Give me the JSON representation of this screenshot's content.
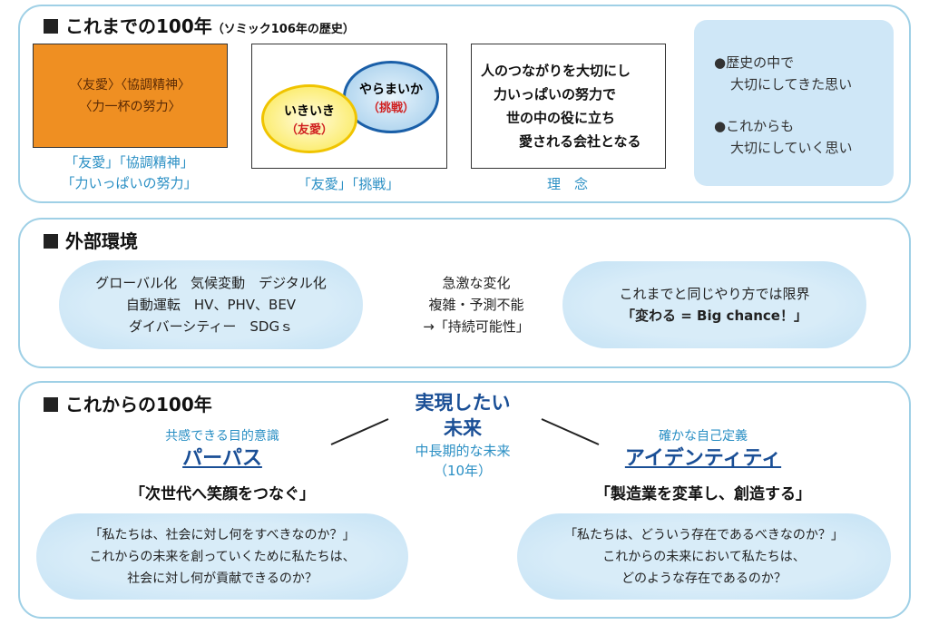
{
  "past": {
    "title": "これまでの100年",
    "subtitle": "（ソミック106年の歴史）",
    "orange_box": {
      "line1": "〈友愛〉〈協調精神〉",
      "line2": "〈力一杯の努力〉",
      "caption1": "「友愛」「協調精神」",
      "caption2": "「力いっぱいの努力」"
    },
    "venn": {
      "left_title": "いきいき",
      "left_sub": "（友愛）",
      "right_title": "やらまいか",
      "right_sub": "（挑戦）",
      "caption": "「友愛」「挑戦」"
    },
    "philosophy": {
      "lines": [
        "人のつながりを大切にし",
        "力いっぱいの努力で",
        "世の中の役に立ち",
        "愛される会社となる"
      ],
      "caption": "理　念"
    },
    "notes": {
      "item1_a": "●歴史の中で",
      "item1_b": "大切にしてきた思い",
      "item2_a": "●これからも",
      "item2_b": "大切にしていく思い"
    }
  },
  "external": {
    "title": "外部環境",
    "left_lines": [
      "グローバル化　気候変動　デジタル化",
      "自動運転　HV、PHV、BEV",
      "ダイバーシティー　SDGｓ"
    ],
    "middle_lines": [
      "急激な変化",
      "複雑・予測不能",
      "→「持続可能性」"
    ],
    "right_line1": "これまでと同じやり方では限界",
    "right_line2": "「変わる = Big chance！」"
  },
  "future": {
    "title": "これからの100年",
    "center": {
      "line1": "実現したい",
      "line2": "未来",
      "line3": "中長期的な未来",
      "line4": "（10年）"
    },
    "purpose": {
      "subtitle": "共感できる目的意識",
      "title": "パーパス",
      "slogan": "「次世代へ笑顔をつなぐ」",
      "lines": [
        "「私たちは、社会に対し何をすべきなのか？」",
        "これからの未来を創っていくために私たちは、",
        "社会に対し何が貢献できるのか？"
      ]
    },
    "identity": {
      "subtitle": "確かな自己定義",
      "title": "アイデンティティ",
      "slogan": "「製造業を変革し、創造する」",
      "lines": [
        "「私たちは、どういう存在であるべきなのか？」",
        "これからの未来において私たちは、",
        "どのような存在であるのか？"
      ]
    }
  },
  "colors": {
    "accent_blue": "#2a8fc4",
    "navy": "#1a4f96",
    "orange": "#f0922a",
    "pill": "#d8ecf8"
  }
}
